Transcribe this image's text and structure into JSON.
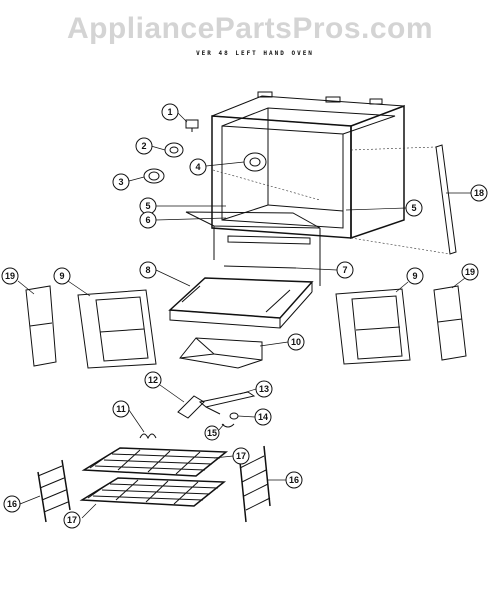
{
  "watermark": "AppliancePartsPros.com",
  "subtitle": "VER 48 LEFT HAND OVEN",
  "callouts": [
    {
      "label": "1"
    },
    {
      "label": "2"
    },
    {
      "label": "3"
    },
    {
      "label": "4"
    },
    {
      "label": "5"
    },
    {
      "label": "6"
    },
    {
      "label": "5"
    },
    {
      "label": "18"
    },
    {
      "label": "7"
    },
    {
      "label": "8"
    },
    {
      "label": "19"
    },
    {
      "label": "9"
    },
    {
      "label": "9"
    },
    {
      "label": "19"
    },
    {
      "label": "10"
    },
    {
      "label": "12"
    },
    {
      "label": "13"
    },
    {
      "label": "11"
    },
    {
      "label": "14"
    },
    {
      "label": "15"
    },
    {
      "label": "17"
    },
    {
      "label": "16"
    },
    {
      "label": "16"
    },
    {
      "label": "17"
    }
  ]
}
